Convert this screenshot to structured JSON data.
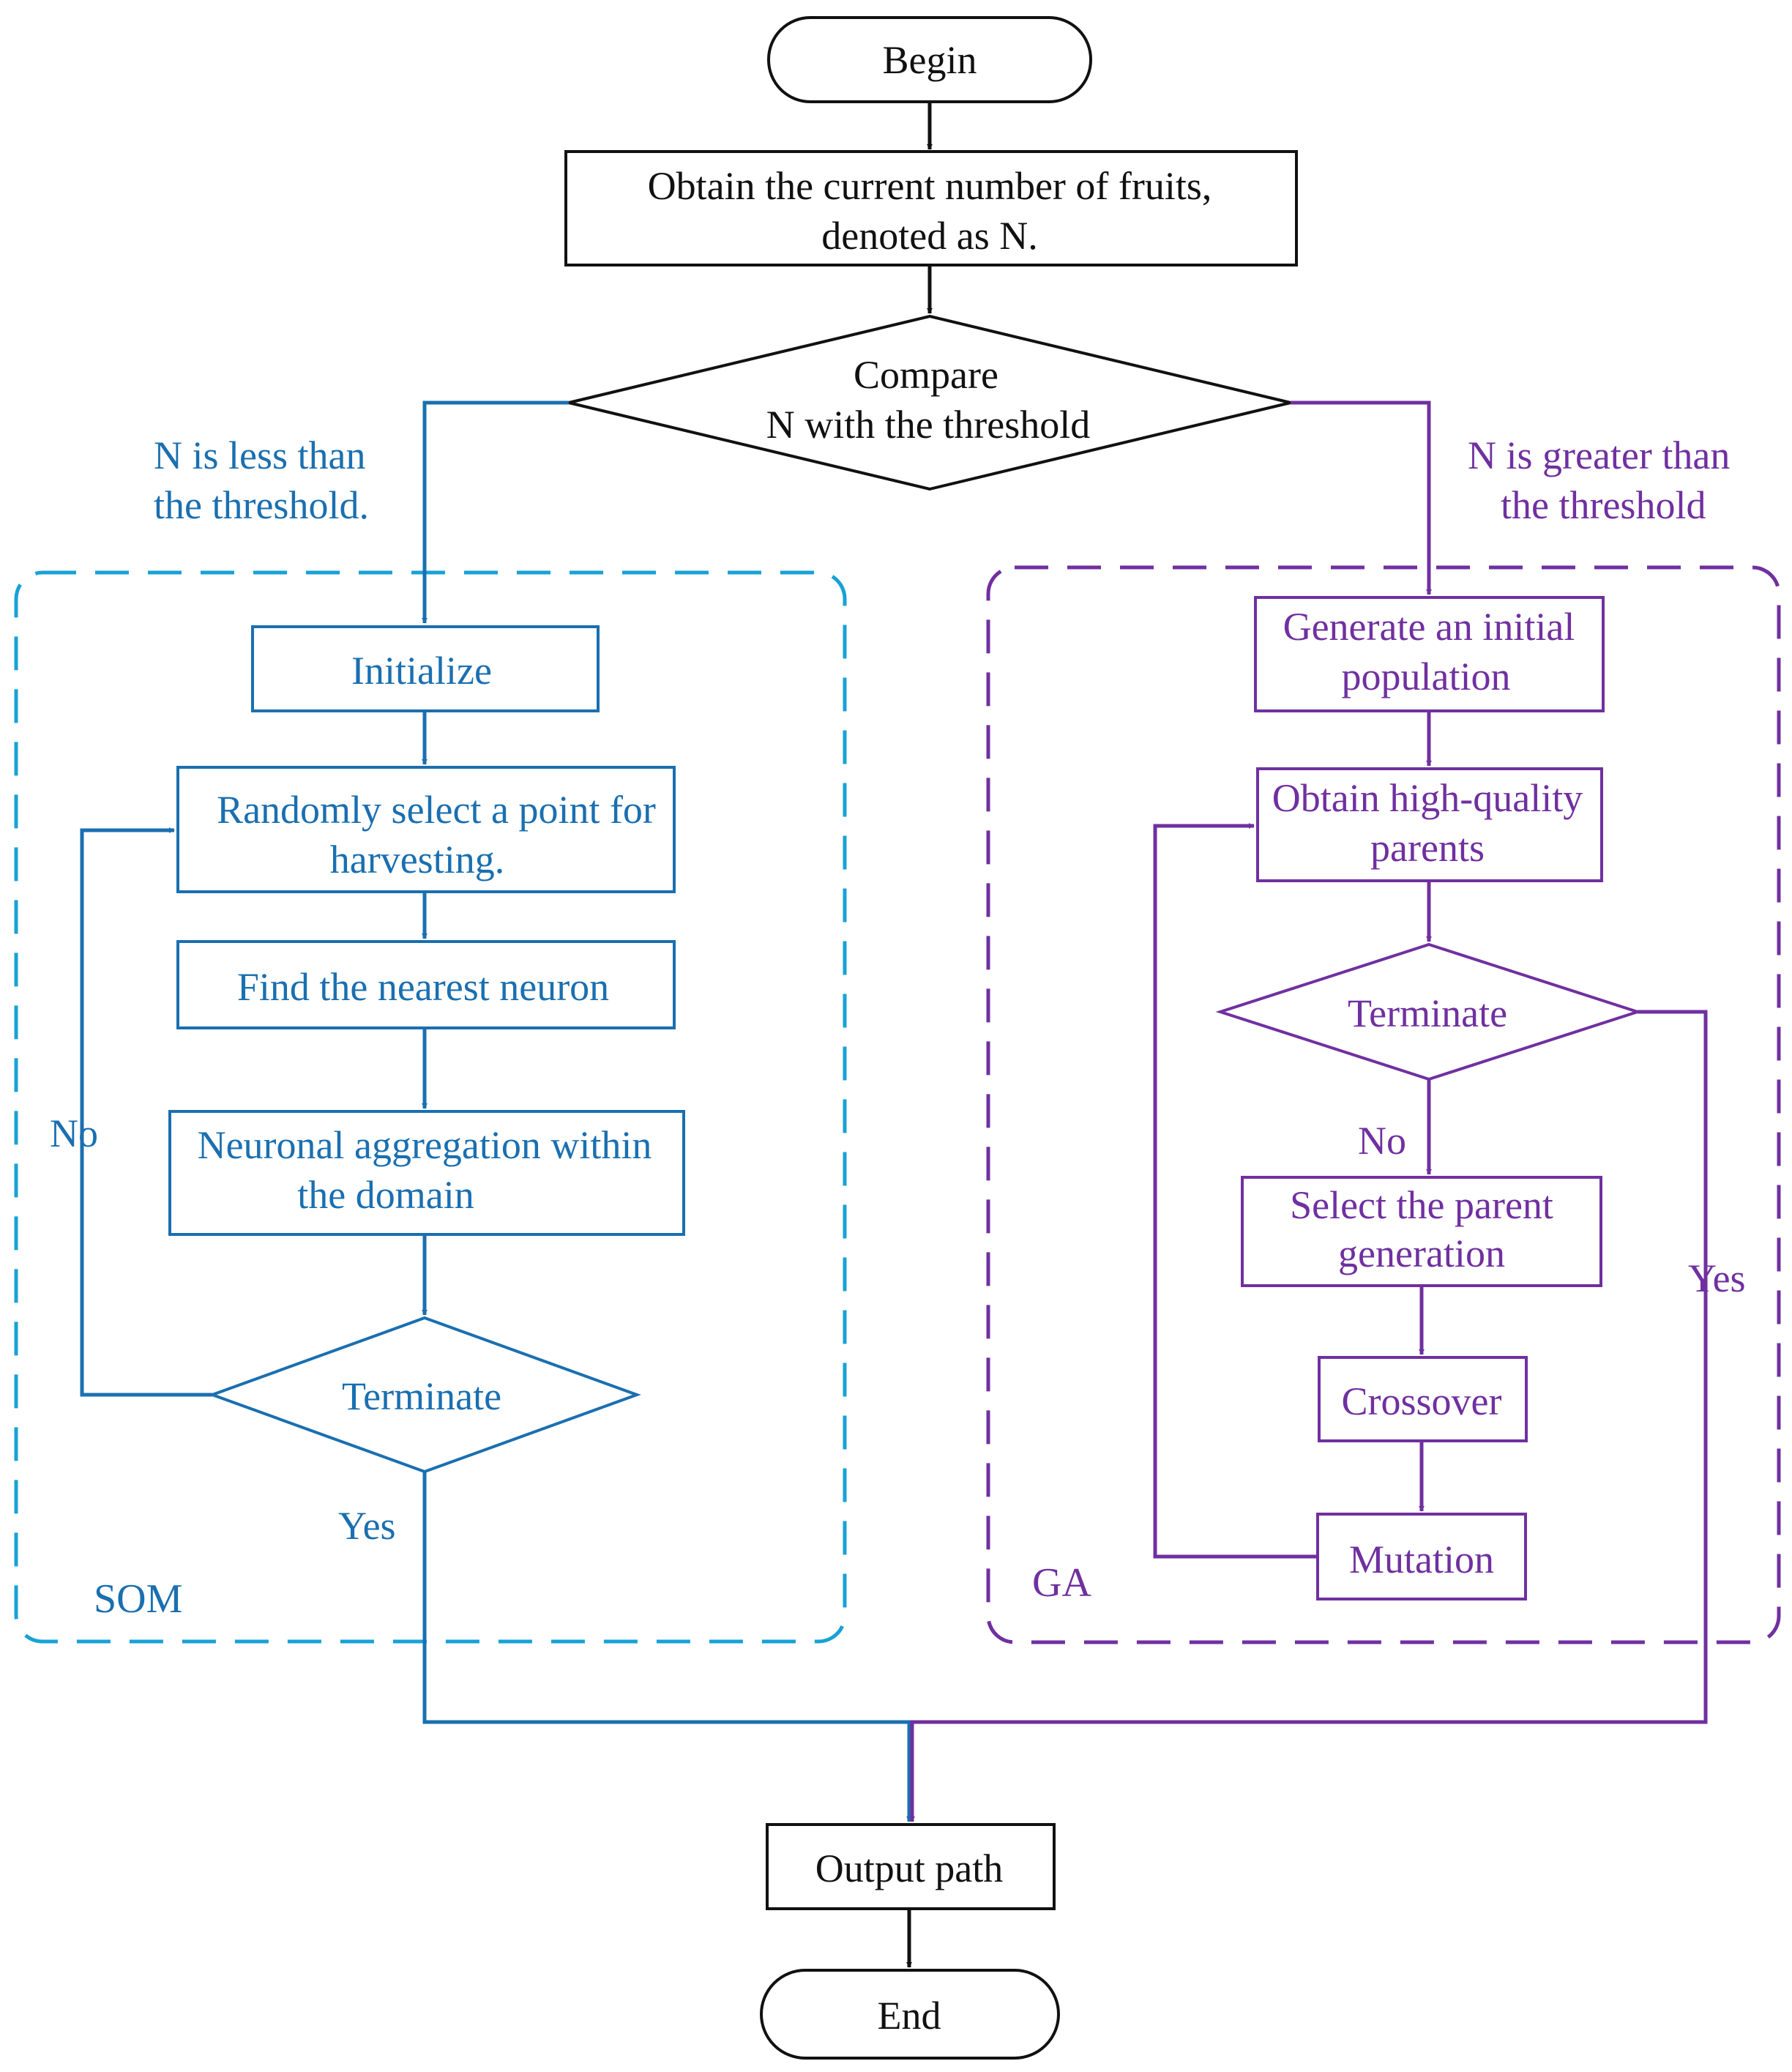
{
  "colors": {
    "black": "#111111",
    "blue": "#1a6fb0",
    "cyan": "#17a2d6",
    "purple": "#7030a0"
  },
  "nodes": {
    "begin": "Begin",
    "obtain_line1": "Obtain the current number of fruits,",
    "obtain_line2": "denoted as N.",
    "compare_line1": "Compare",
    "compare_line2": "N with the threshold",
    "output": "Output path",
    "end": "End"
  },
  "branches": {
    "less_line1": "N is less than",
    "less_line2": "the threshold.",
    "greater_line1": "N is greater than",
    "greater_line2": "the threshold"
  },
  "som": {
    "group_label": "SOM",
    "initialize": "Initialize",
    "random_line1": "Randomly select a point for",
    "random_line2": "harvesting.",
    "nearest": "Find the nearest neuron",
    "aggregation_line1": "Neuronal aggregation within",
    "aggregation_line2": "the domain",
    "terminate": "Terminate",
    "no": "No",
    "yes": "Yes"
  },
  "ga": {
    "group_label": "GA",
    "generate_line1": "Generate an initial",
    "generate_line2": "population",
    "parents_line1": "Obtain high-quality",
    "parents_line2": "parents",
    "terminate": "Terminate",
    "no": "No",
    "yes": "Yes",
    "select_line1": "Select the parent",
    "select_line2": "generation",
    "crossover": "Crossover",
    "mutation": "Mutation"
  }
}
